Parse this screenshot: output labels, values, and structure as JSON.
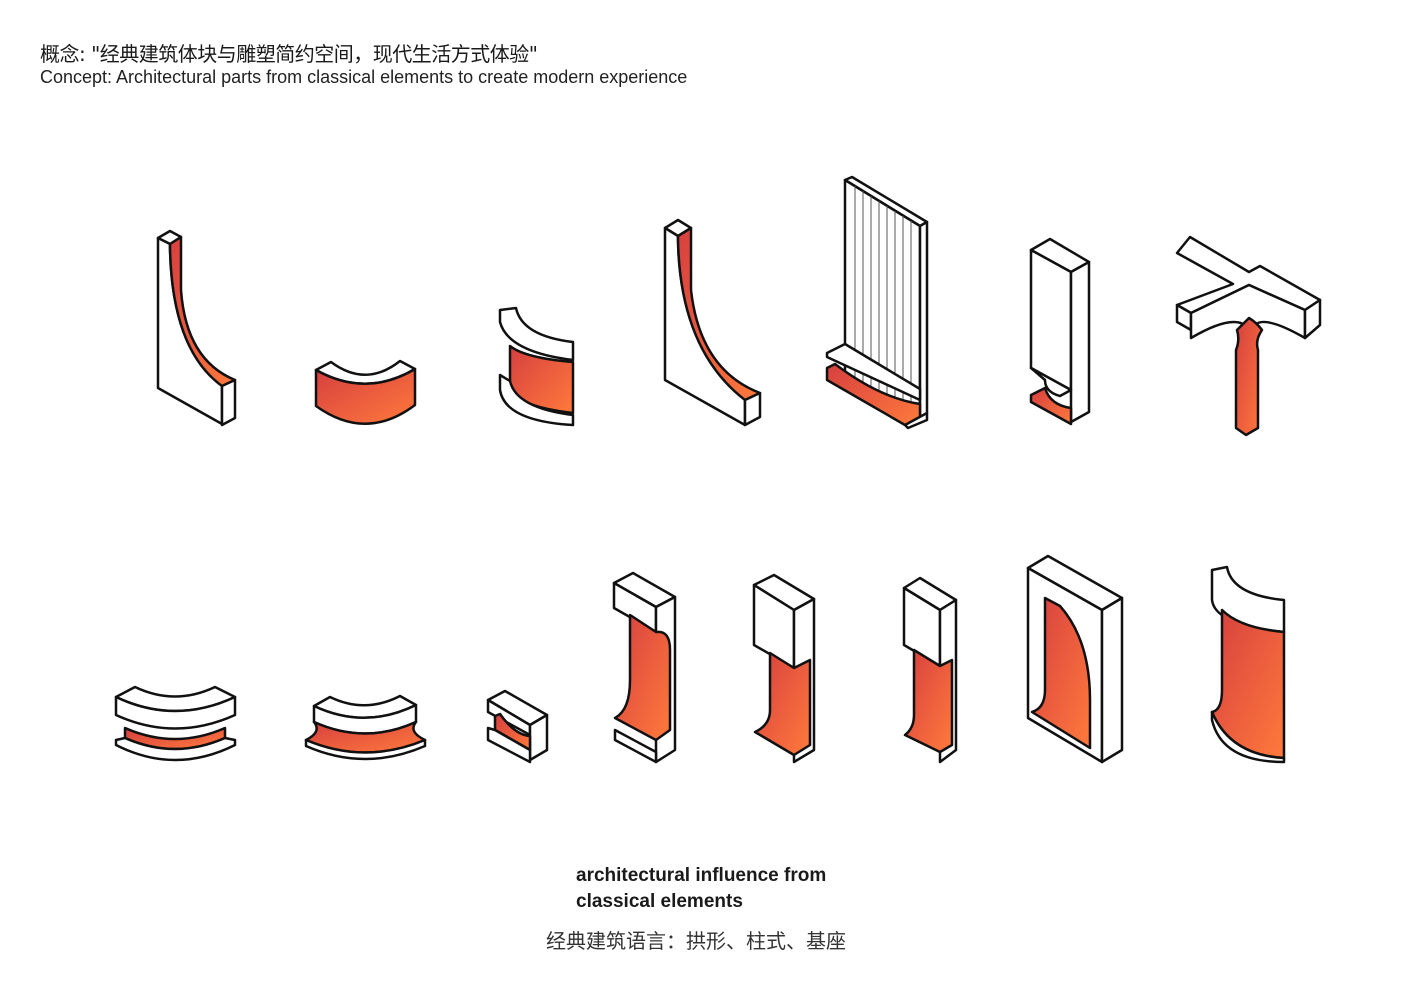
{
  "header": {
    "title_cn": "概念: \"经典建筑体块与雕塑简约空间，现代生活方式体验\"",
    "title_en": "Concept: Architectural parts from classical elements to create modern experience"
  },
  "caption": {
    "line1": "architectural influence from",
    "line2": "classical elements",
    "cn": "经典建筑语言：拱形、柱式、基座"
  },
  "colors": {
    "gradient_start": "#d63f3f",
    "gradient_end": "#ff7a3c",
    "outline": "#111111"
  }
}
